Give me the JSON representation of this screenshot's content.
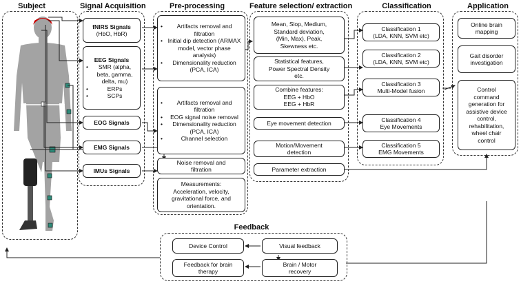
{
  "headers": {
    "subject": "Subject",
    "signal_acquisition": "Signal Acquisition",
    "pre_processing": "Pre-processing",
    "feature": "Feature selection/ extraction",
    "classification": "Classification",
    "application": "Application",
    "feedback": "Feedback"
  },
  "signals": {
    "fnirs": {
      "title": "fNIRS Signals",
      "sub": "(HbO, HbR)"
    },
    "eeg": {
      "title": "EEG Signals",
      "items": [
        "SMR (alpha, beta, gamma, delta, mu)",
        "ERPs",
        "SCPs"
      ]
    },
    "eog": {
      "title": "EOG Signals"
    },
    "emg": {
      "title": "EMG  Signals"
    },
    "imu": {
      "title": "IMUs Signals"
    }
  },
  "preprocessing": {
    "fnirs_items": [
      "Artifacts removal and filtration",
      "Initial dip detection (ARMAX model, vector phase analysis)",
      "Dimensionality reduction (PCA, ICA)"
    ],
    "eeg_items": [
      "Artifacts removal and filtration",
      "EOG signal noise removal",
      "Dimensionality reduction (PCA, ICA)",
      "Channel selection"
    ],
    "noise": "Noise removal and\nfiltration",
    "measurements": "Measurements:\nAcceleration, velocity,\ngravitational force, and\norientation."
  },
  "features": {
    "stats": "Mean, Slop, Medium,\nStandard deviation,\n(Min, Max), Peak,\nSkewness etc.",
    "spectral": "Statistical features,\nPower Spectral Density\netc.",
    "combine": "Combine features:\nEEG + HbO\nEEG + HbR",
    "eye": "Eye movement detection",
    "motion": "Motion/Movement\ndetection",
    "param": "Parameter extraction"
  },
  "classification": {
    "c1": "Classification 1\n(LDA, KNN, SVM etc)",
    "c2": "Classification 2\n(LDA, KNN, SVM etc)",
    "c3": "Classification 3\nMulti-Model fusion",
    "c4": "Classification 4\nEye Movements",
    "c5": "Classification 5\nEMG Movements"
  },
  "application": {
    "a1": "Online brain\nmapping",
    "a2": "Gait disorder\ninvestigation",
    "a3": "Control\ncommand\ngeneration for\nassistive device\ncontrol,\nrehabilitation,\nwheel chair\ncontrol"
  },
  "feedback": {
    "device_control": "Device Control",
    "visual": "Visual feedback",
    "therapy": "Feedback for brain\ntherapy",
    "recovery": "Brain / Motor\nrecovery"
  },
  "colors": {
    "line": "#222222",
    "body": "#a3a3a3",
    "sensor": "#2e8b7a",
    "head_cap": "#cc0000"
  }
}
